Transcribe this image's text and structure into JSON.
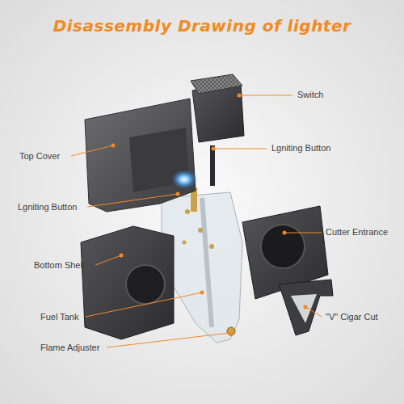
{
  "diagram": {
    "title": "Disassembly Drawing of lighter",
    "labels": [
      "Switch",
      "Top Cover",
      "Lgniting Button",
      "Lgniting Button",
      "Cutter Entrance",
      "Bottom Shell",
      "Fuel Tank",
      "\"V\" Cigar Cut",
      "Flame Adjuster"
    ]
  }
}
